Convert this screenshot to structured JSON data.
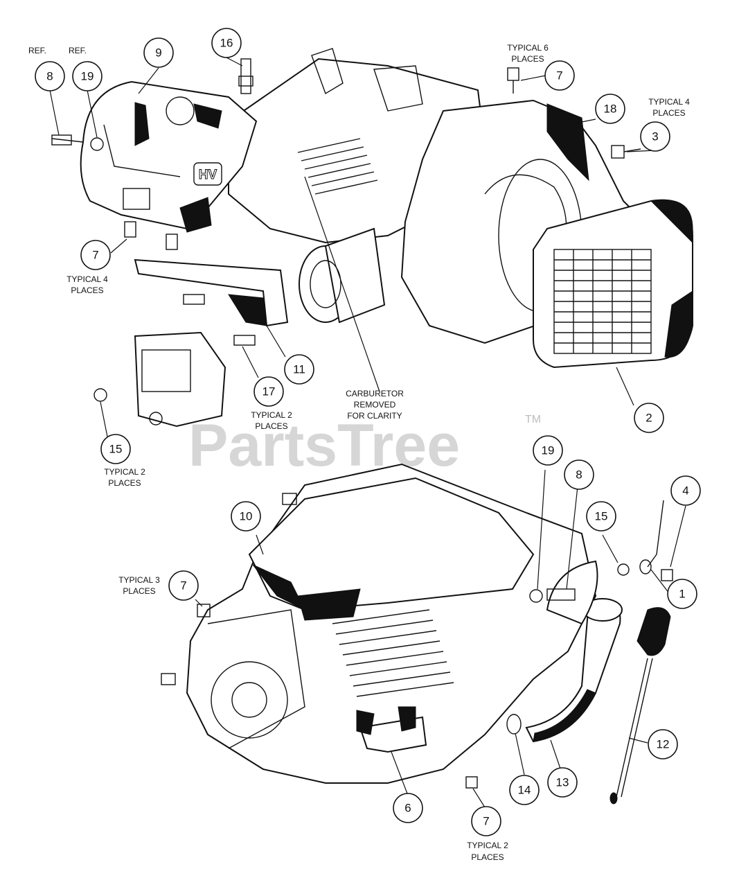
{
  "diagram": {
    "callouts": [
      {
        "id": "c8a",
        "label": "8"
      },
      {
        "id": "c19a",
        "label": "19"
      },
      {
        "id": "c9",
        "label": "9"
      },
      {
        "id": "c16",
        "label": "16"
      },
      {
        "id": "c7a",
        "label": "7"
      },
      {
        "id": "c18",
        "label": "18"
      },
      {
        "id": "c3",
        "label": "3"
      },
      {
        "id": "c7b",
        "label": "7"
      },
      {
        "id": "c11",
        "label": "11"
      },
      {
        "id": "c17",
        "label": "17"
      },
      {
        "id": "c15a",
        "label": "15"
      },
      {
        "id": "c2",
        "label": "2"
      },
      {
        "id": "c19b",
        "label": "19"
      },
      {
        "id": "c8b",
        "label": "8"
      },
      {
        "id": "c4",
        "label": "4"
      },
      {
        "id": "c10",
        "label": "10"
      },
      {
        "id": "c15b",
        "label": "15"
      },
      {
        "id": "c1",
        "label": "1"
      },
      {
        "id": "c7c",
        "label": "7"
      },
      {
        "id": "c12",
        "label": "12"
      },
      {
        "id": "c14",
        "label": "14"
      },
      {
        "id": "c13",
        "label": "13"
      },
      {
        "id": "c6",
        "label": "6"
      },
      {
        "id": "c7d",
        "label": "7"
      }
    ],
    "notes": {
      "ref_8": "REF.",
      "ref_19": "REF.",
      "typ6_line1": "TYPICAL 6",
      "typ6_line2": "PLACES",
      "typ4_right_line1": "TYPICAL 4",
      "typ4_right_line2": "PLACES",
      "typ4_left_line1": "TYPICAL 4",
      "typ4_left_line2": "PLACES",
      "typ2_17_line1": "TYPICAL 2",
      "typ2_17_line2": "PLACES",
      "typ2_15_line1": "TYPICAL 2",
      "typ2_15_line2": "PLACES",
      "carb_line1": "CARBURETOR",
      "carb_line2": "REMOVED",
      "carb_line3": "FOR CLARITY",
      "typ3_line1": "TYPICAL 3",
      "typ3_line2": "PLACES",
      "typ2_bottom_line1": "TYPICAL 2",
      "typ2_bottom_line2": "PLACES"
    },
    "engine_badge": "HV",
    "watermark": "PartsTree",
    "trademark": "TM"
  }
}
